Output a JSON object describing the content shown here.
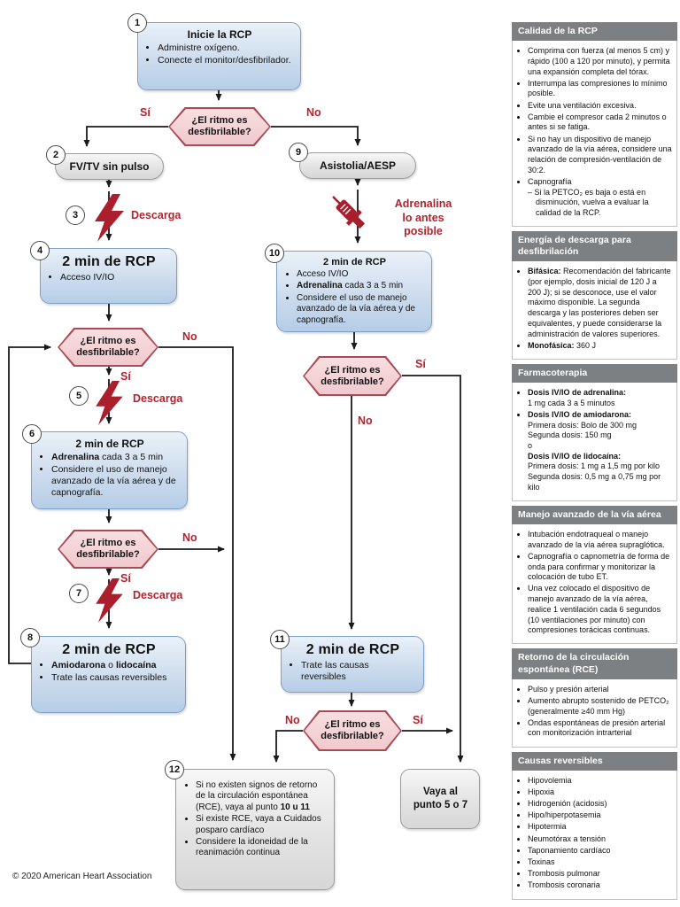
{
  "colors": {
    "accent_red": "#b2232e",
    "blue_box_border": "#7fa0c5",
    "sidebar_header_bg": "#7d8083",
    "hex_fill": "#f0c9cd"
  },
  "flow": {
    "q": {
      "l1": "¿El ritmo es",
      "l2": "desfibrilable?"
    },
    "yes": "Sí",
    "no": "No",
    "shock": "Descarga",
    "adrenaline_note": {
      "l1": "Adrenalina",
      "l2": "lo antes",
      "l3": "posible"
    },
    "steps": {
      "s1": {
        "num": "1",
        "title": "Inicie la RCP",
        "b1": "Administre oxígeno.",
        "b2": "Conecte el monitor/desfibrilador."
      },
      "s2": {
        "num": "2",
        "label": "FV/TV sin pulso"
      },
      "s3": {
        "num": "3"
      },
      "s4": {
        "num": "4",
        "title": "2 min de RCP",
        "b1": "Acceso IV/IO"
      },
      "s5": {
        "num": "5"
      },
      "s6": {
        "num": "6",
        "title": "2 min de RCP",
        "b1_bold": "Adrenalina",
        "b1_rest": " cada 3 a 5 min",
        "b2": "Considere el uso de manejo avanzado de la vía aérea y de capnografía."
      },
      "s7": {
        "num": "7"
      },
      "s8": {
        "num": "8",
        "title": "2 min de RCP",
        "b1_bold1": "Amiodarona",
        "b1_mid": " o ",
        "b1_bold2": "lidocaína",
        "b2": "Trate las causas reversibles"
      },
      "s9": {
        "num": "9",
        "label": "Asistolia/AESP"
      },
      "s10": {
        "num": "10",
        "title": "2 min de RCP",
        "b1": "Acceso IV/IO",
        "b2_bold": "Adrenalina",
        "b2_rest": " cada 3 a 5 min",
        "b3": "Considere el uso de manejo avanzado de la vía aérea y de capnografía."
      },
      "s11": {
        "num": "11",
        "title": "2 min de RCP",
        "b1": "Trate las causas reversibles"
      },
      "s12": {
        "num": "12",
        "b1_pre": "Si no existen signos de retorno de la circulación espontánea (RCE), vaya al punto ",
        "b1_bold": "10 u 11",
        "b2": "Si existe RCE, vaya a Cuidados posparo cardíaco",
        "b3": "Considere la idoneidad de la reanimación continua"
      },
      "goto": {
        "l1": "Vaya al",
        "l2": "punto 5 o 7"
      }
    }
  },
  "sidebar": {
    "sections": [
      {
        "title": "Calidad de la RCP",
        "items": [
          {
            "t": "Comprima con fuerza (al menos 5 cm) y rápido (100 a 120 por minuto), y permita una expansión completa del tórax."
          },
          {
            "t": "Interrumpa las compresiones lo mínimo posible."
          },
          {
            "t": "Evite una ventilación excesiva."
          },
          {
            "t": "Cambie el compresor cada 2 minutos o antes si se fatiga."
          },
          {
            "t": "Si no hay un dispositivo de manejo avanzado de la vía aérea, considere una relación de compresión-ventilación de 30:2."
          },
          {
            "t": "Capnografía",
            "sub": "Si la PETCO₂ es baja o está en disminución, vuelva a evaluar la calidad de la RCP."
          }
        ]
      },
      {
        "title": "Energía de descarga para desfibrilación",
        "items": [
          {
            "b": "Bifásica:",
            "t": " Recomendación del fabricante (por ejemplo, dosis inicial de 120 J a 200 J); si se desconoce, use el valor máximo disponible. La segunda descarga y las posteriores deben ser equivalentes, y puede considerarse la administración de valores superiores."
          },
          {
            "b": "Monofásica:",
            "t": " 360 J"
          }
        ]
      },
      {
        "title": "Farmacoterapia",
        "items": [
          {
            "b": "Dosis IV/IO de adrenalina:",
            "l1": "1 mg cada 3 a 5 minutos"
          },
          {
            "b": "Dosis IV/IO de amiodarona:",
            "l1": "Primera dosis: Bolo de 300 mg",
            "l2": "Segunda dosis: 150 mg",
            "l3": "o",
            "b2": "Dosis IV/IO de lidocaína:",
            "l4": "Primera dosis: 1 mg a 1,5 mg por kilo",
            "l5": "Segunda dosis: 0,5 mg a 0,75 mg por kilo"
          }
        ]
      },
      {
        "title": "Manejo avanzado de la vía aérea",
        "items": [
          {
            "t": "Intubación endotraqueal o manejo avanzado de la vía aérea supraglótica."
          },
          {
            "t": "Capnografía o capnometría de forma de onda para confirmar y monitorizar la colocación de tubo ET."
          },
          {
            "t": "Una vez colocado el dispositivo de manejo avanzado de la vía aérea, realice 1 ventilación cada 6 segundos (10 ventilaciones por minuto) con compresiones torácicas continuas."
          }
        ]
      },
      {
        "title": "Retorno de la circulación espontánea (RCE)",
        "items": [
          {
            "t": "Pulso y presión arterial"
          },
          {
            "t": "Aumento abrupto sostenido de PETCO₂ (generalmente ≥40 mm Hg)"
          },
          {
            "t": "Ondas espontáneas de presión arterial con monitorización intrarterial"
          }
        ]
      },
      {
        "title": "Causas reversibles",
        "items": [
          {
            "t": "Hipovolemia"
          },
          {
            "t": "Hipoxia"
          },
          {
            "t": "Hidrogenión (acidosis)"
          },
          {
            "t": "Hipo/hiperpotasemia"
          },
          {
            "t": "Hipotermia"
          },
          {
            "t": "Neumotórax a tensión"
          },
          {
            "t": "Taponamiento cardíaco"
          },
          {
            "t": "Toxinas"
          },
          {
            "t": "Trombosis pulmonar"
          },
          {
            "t": "Trombosis coronaria"
          }
        ]
      }
    ]
  },
  "footer": "© 2020 American Heart Association"
}
